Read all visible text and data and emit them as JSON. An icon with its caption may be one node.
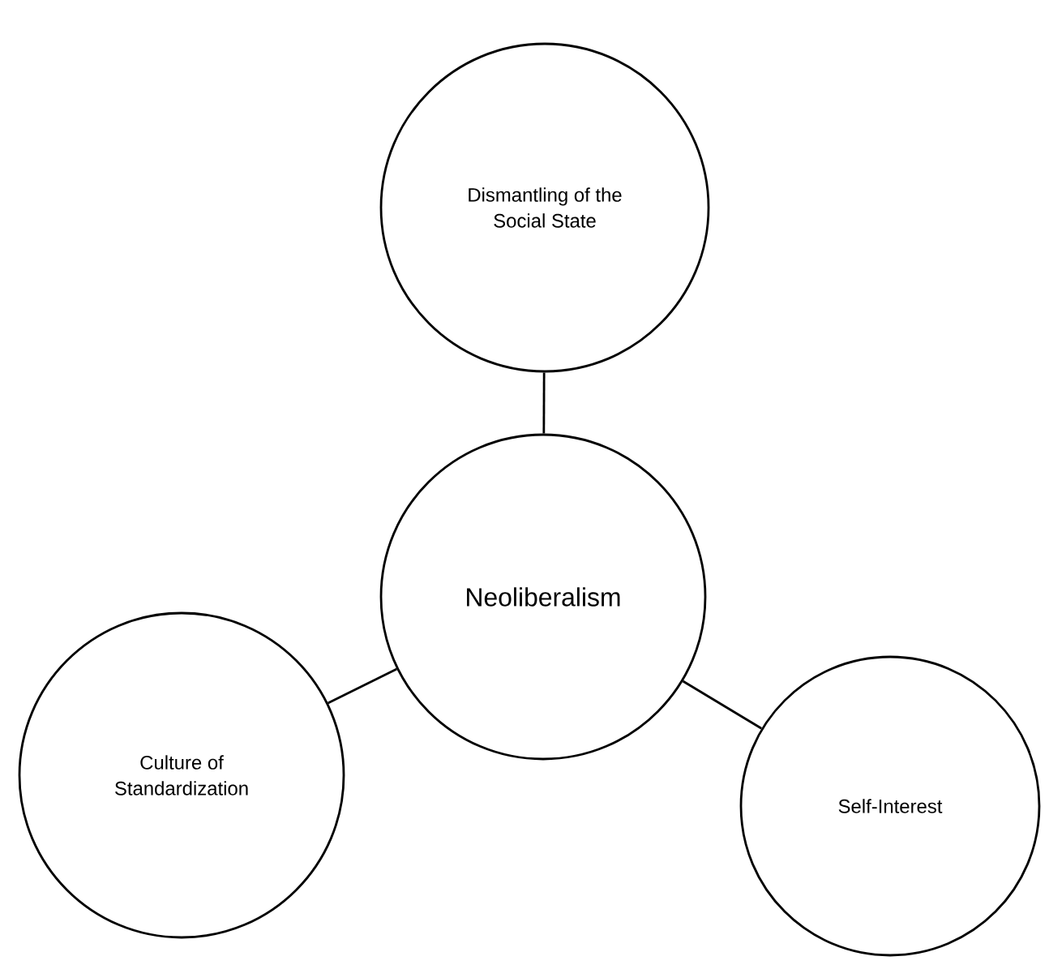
{
  "diagram": {
    "nodes": [
      {
        "text": [
          "Dismantling of the Social State"
        ]
      },
      {
        "text": [
          "Neoliberalism"
        ]
      },
      {
        "text": [
          "Culture of Standardization"
        ]
      },
      {
        "text": [
          "Self-Interest"
        ]
      }
    ],
    "edges": [
      {
        "from": 1,
        "to": 0,
        "arrow": "none"
      },
      {
        "from": 1,
        "to": 2,
        "arrow": "none"
      },
      {
        "from": 1,
        "to": 3,
        "arrow": "none"
      }
    ]
  }
}
